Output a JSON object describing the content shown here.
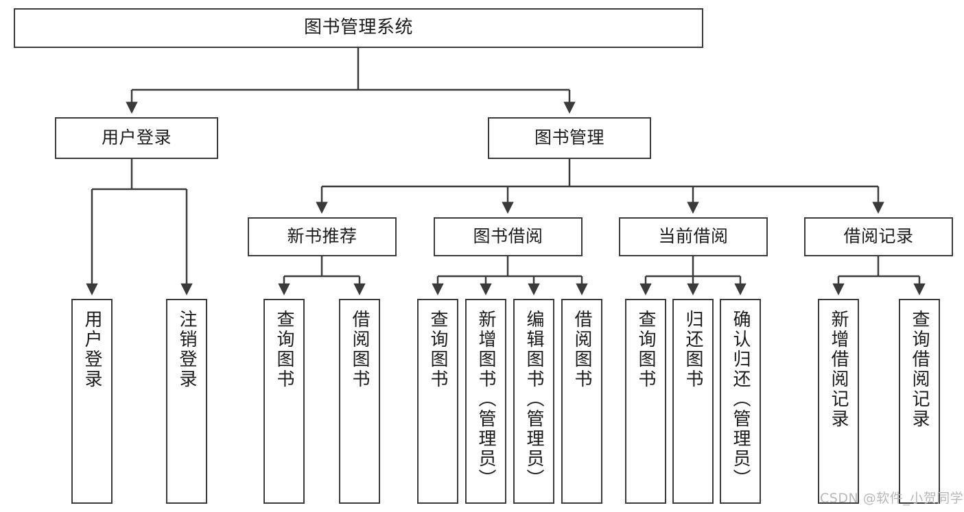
{
  "diagram": {
    "title": "图书管理系统",
    "type": "tree-hierarchy-chart",
    "root": {
      "label": "图书管理系统"
    },
    "level2": [
      {
        "label": "用户登录"
      },
      {
        "label": "图书管理"
      }
    ],
    "level3": [
      {
        "label": "新书推荐"
      },
      {
        "label": "图书借阅"
      },
      {
        "label": "当前借阅"
      },
      {
        "label": "借阅记录"
      }
    ],
    "leaves": {
      "user_login": [
        {
          "label": "用户登录"
        },
        {
          "label": "注销登录"
        }
      ],
      "new_book_recommend": [
        {
          "label": "查询图书"
        },
        {
          "label": "借阅图书"
        }
      ],
      "book_borrow": [
        {
          "label": "查询图书"
        },
        {
          "label": "新增图书（管理员）"
        },
        {
          "label": "编辑图书（管理员）"
        },
        {
          "label": "借阅图书"
        }
      ],
      "current_borrow": [
        {
          "label": "查询图书"
        },
        {
          "label": "归还图书"
        },
        {
          "label": "确认归还（管理员）"
        }
      ],
      "borrow_record": [
        {
          "label": "新增借阅记录"
        },
        {
          "label": "查询借阅记录"
        }
      ]
    }
  },
  "watermark": {
    "text": "CSDN @软件_小贺同学"
  },
  "colors": {
    "border": "#3a3a3a",
    "background": "#ffffff",
    "text": "#1b1b1b",
    "watermark": "#b8b8b8"
  }
}
